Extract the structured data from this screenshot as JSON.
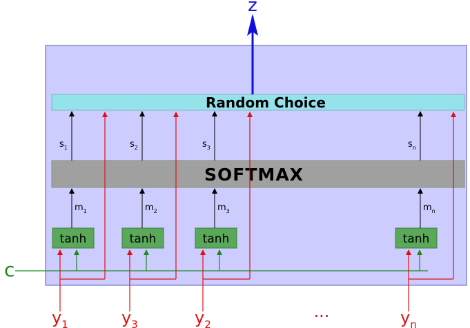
{
  "output_label": "z",
  "random_choice_label": "Random Choice",
  "softmax_label": "SOFTMAX",
  "context_label": "c",
  "ellipsis": "...",
  "units": [
    {
      "tanh": "tanh",
      "m_base": "m",
      "m_sub": "1",
      "s_base": "s",
      "s_sub": "1",
      "y_base": "y",
      "y_sub": "1"
    },
    {
      "tanh": "tanh",
      "m_base": "m",
      "m_sub": "2",
      "s_base": "s",
      "s_sub": "2",
      "y_base": "y",
      "y_sub": "3"
    },
    {
      "tanh": "tanh",
      "m_base": "m",
      "m_sub": "3",
      "s_base": "s",
      "s_sub": "3",
      "y_base": "y",
      "y_sub": "2"
    },
    {
      "tanh": "tanh",
      "m_base": "m",
      "m_sub": "n",
      "s_base": "s",
      "s_sub": "n",
      "y_base": "y",
      "y_sub": "n"
    }
  ],
  "colors": {
    "panel_fill": "#ccccff",
    "panel_stroke": "#5a5ab4",
    "random_choice_fill": "#94e2ea",
    "softmax_fill": "#a0a0a0",
    "tanh_fill": "#5aa85a",
    "input_red": "#e01010",
    "context_green": "#1a8a1a",
    "output_blue": "#1010dd",
    "arrow_black": "#000000"
  }
}
